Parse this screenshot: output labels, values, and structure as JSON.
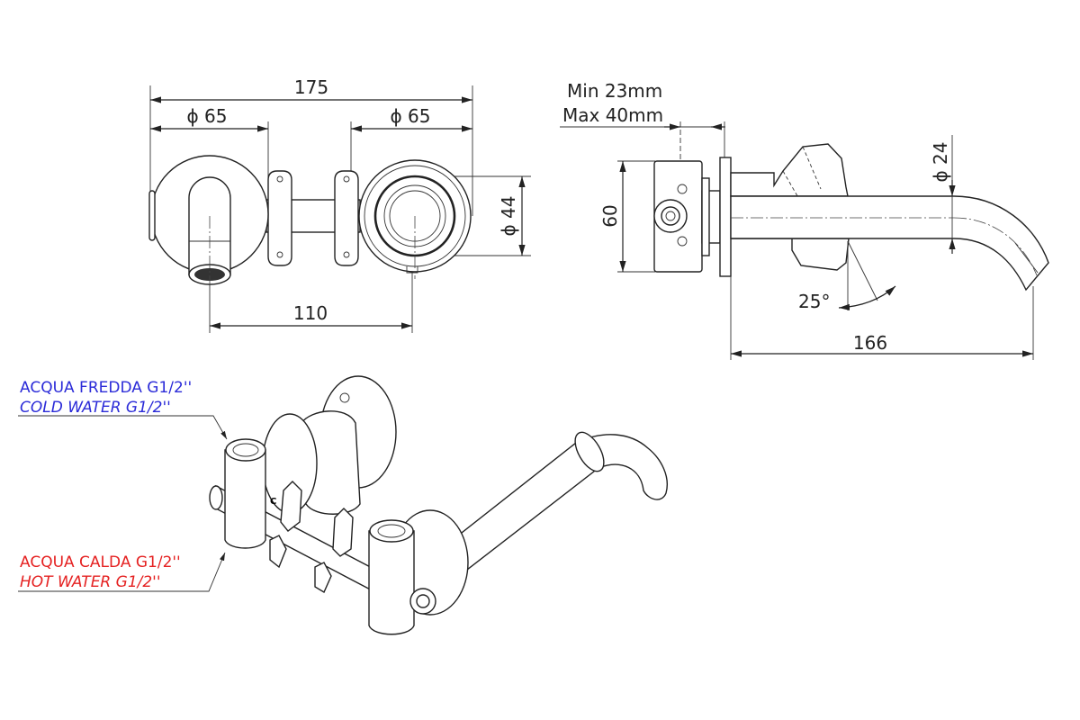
{
  "front_view": {
    "overall_width": "175",
    "left_diameter": "ϕ 65",
    "right_diameter": "ϕ 65",
    "inner_diameter": "ϕ 44",
    "center_distance": "110"
  },
  "side_view": {
    "wall_min": "Min 23mm",
    "wall_max": "Max 40mm",
    "height": "60",
    "spout_diameter": "ϕ 24",
    "angle": "25°",
    "projection": "166"
  },
  "labels": {
    "cold_it": "ACQUA FREDDA G1/2''",
    "cold_en": "COLD WATER G1/2''",
    "hot_it": "ACQUA CALDA G1/2''",
    "hot_en": "HOT WATER G1/2''"
  },
  "colors": {
    "cold": "#2b2bd8",
    "hot": "#e52222",
    "line": "#222222"
  }
}
